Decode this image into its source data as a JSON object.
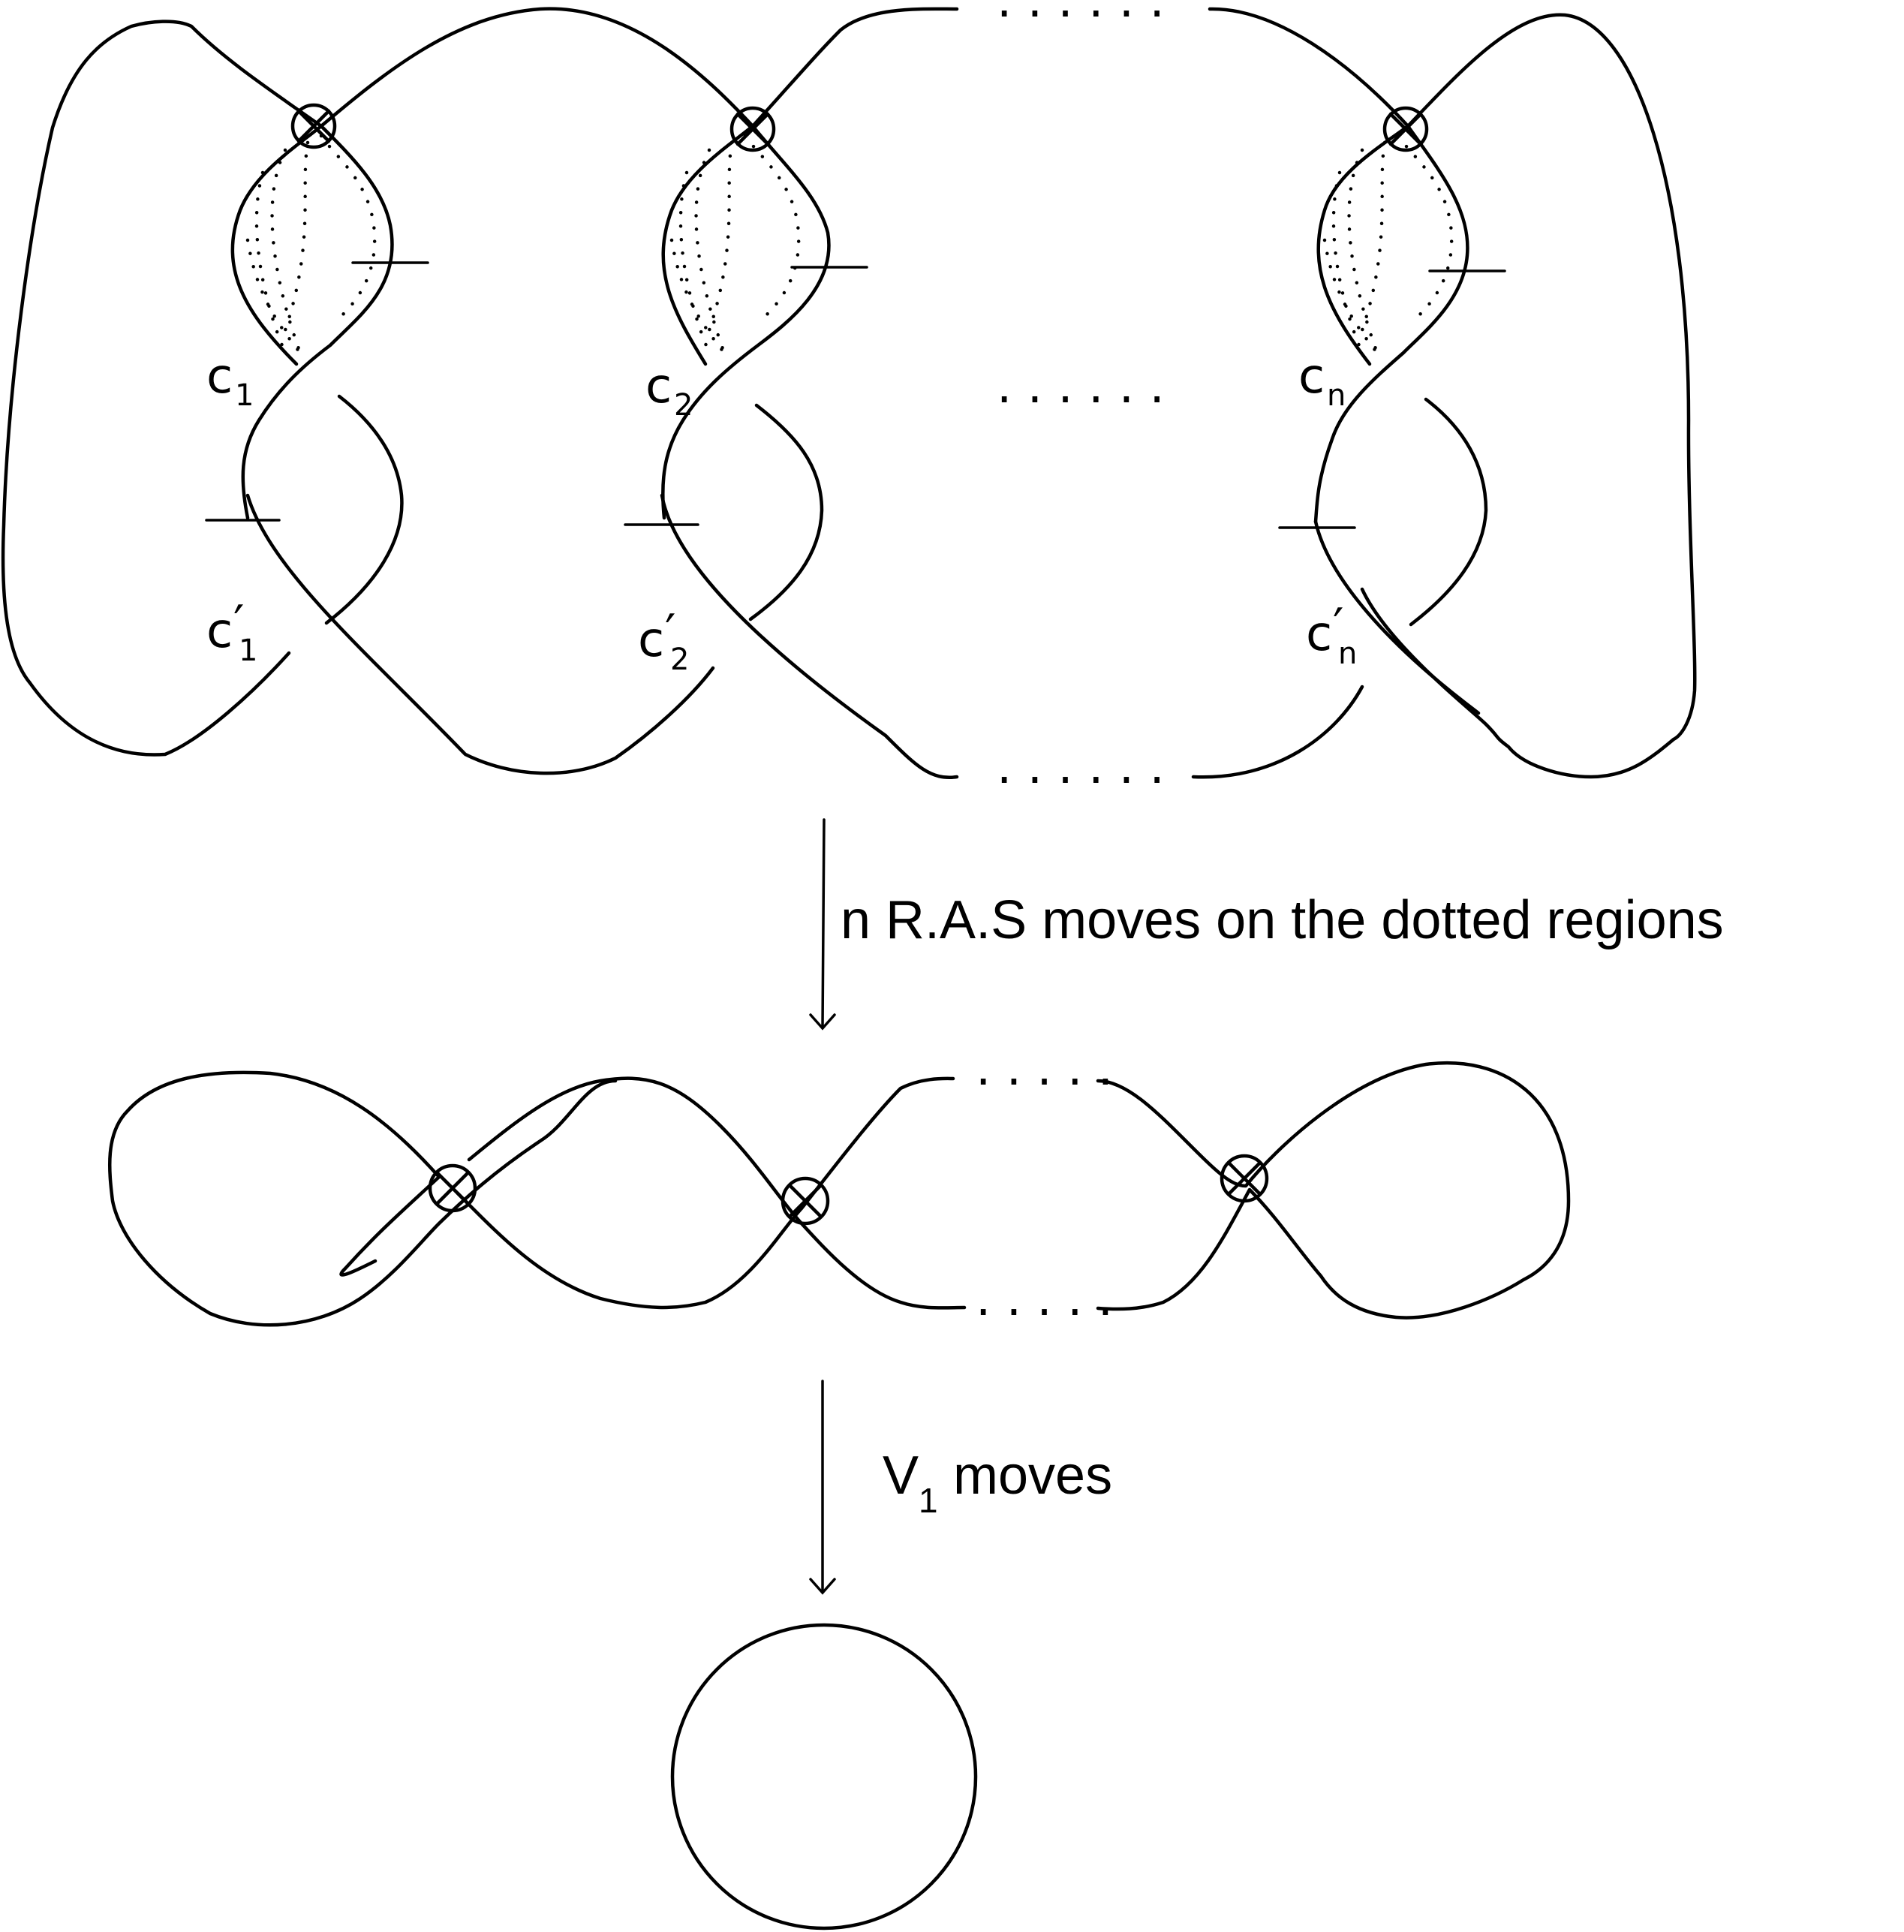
{
  "top_labels": {
    "c1": {
      "base": "c",
      "sub": "1"
    },
    "c2": {
      "base": "c",
      "sub": "2"
    },
    "cn": {
      "base": "c",
      "sub": "n"
    },
    "c1p": {
      "base": "c",
      "prime": "′",
      "sub": "1"
    },
    "c2p": {
      "base": "c",
      "prime": "′",
      "sub": "2"
    },
    "cnp": {
      "base": "c",
      "prime": "′",
      "sub": "n"
    }
  },
  "ellipsis": ". . . . . .",
  "ellipsis_short": ". . . . .",
  "step1": {
    "text": "n R.A.S moves on the dotted regions"
  },
  "step2": {
    "base": "V",
    "sub": "1",
    "rest": " moves"
  }
}
